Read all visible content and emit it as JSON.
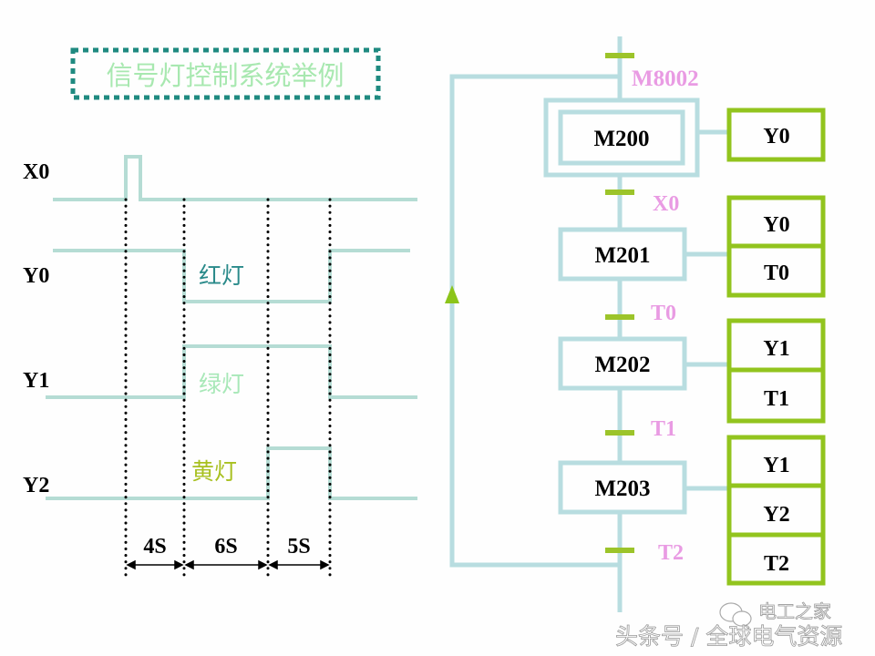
{
  "title": "信号灯控制系统举例",
  "timing": {
    "signals": [
      {
        "name": "X0"
      },
      {
        "name": "Y0",
        "lamp": "红灯"
      },
      {
        "name": "Y1",
        "lamp": "绿灯"
      },
      {
        "name": "Y2",
        "lamp": "黄灯"
      }
    ],
    "intervals": [
      "4S",
      "6S",
      "5S"
    ]
  },
  "sfc": {
    "initial_transition": "M8002",
    "steps": [
      {
        "name": "M200",
        "initial": true,
        "actions": [
          "Y0"
        ],
        "transition": "X0"
      },
      {
        "name": "M201",
        "actions": [
          "Y0",
          "T0"
        ],
        "transition": "T0"
      },
      {
        "name": "M202",
        "actions": [
          "Y1",
          "T1"
        ],
        "transition": "T1"
      },
      {
        "name": "M203",
        "actions": [
          "Y1",
          "Y2",
          "T2"
        ],
        "transition": "T2"
      }
    ]
  },
  "watermark": {
    "line1": "电工之家",
    "line2": "头条号 / 全球电气资源"
  },
  "colors": {
    "wire": "#b8dde0",
    "transition_bar": "#9cc42a",
    "action_border": "#92c41e",
    "transition_label": "#e99be3",
    "title_border": "#1f8a80",
    "title_text": "#a8e8b0",
    "lamp_red": "#2a8a8a",
    "lamp_green": "#a8e8b8",
    "lamp_yellow": "#a8c020"
  }
}
